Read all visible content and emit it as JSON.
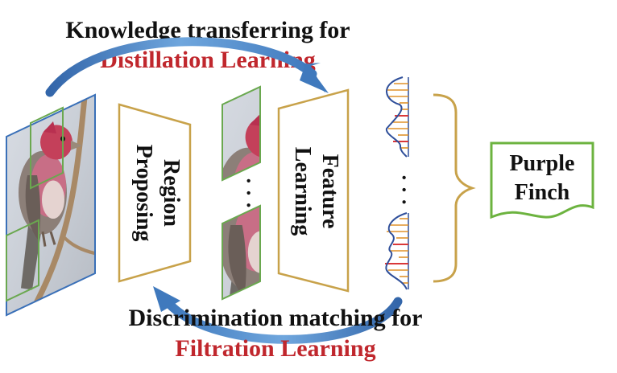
{
  "top_caption": {
    "line1": "Knowledge transferring for",
    "line2": "Distillation Learning"
  },
  "bottom_caption": {
    "line1": "Discrimination matching for",
    "line2": "Filtration Learning"
  },
  "region_proposing_label": [
    "Region",
    "Proposing"
  ],
  "feature_learning_label": [
    "Feature",
    "Learning"
  ],
  "output_label": [
    "Purple",
    "Finch"
  ],
  "ellipsis": "· · ·",
  "colors": {
    "title_text": "#111111",
    "highlight_text": "#c0272d",
    "arrow_blue": "#3a78c0",
    "box_gold": "#c8a24a",
    "crop_green": "#6aa84f",
    "output_green": "#6cb33f",
    "curve_blue": "#2f4f9a",
    "bar_orange": "#e0922a",
    "bar_red": "#d9383a"
  }
}
